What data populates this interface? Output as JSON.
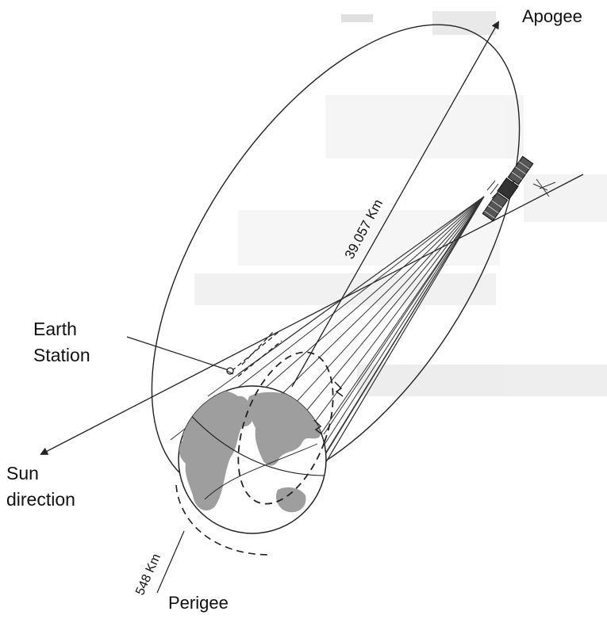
{
  "labels": {
    "apogee": "Apogee",
    "perigee": "Perigee",
    "earth_station_line1": "Earth",
    "earth_station_line2": "Station",
    "sun_line1": "Sun",
    "sun_line2": "direction",
    "apogee_distance": "39.057 Km",
    "perigee_distance": "548 Km"
  },
  "colors": {
    "line": "#222222",
    "land": "#9e9e9e",
    "ghost_text": "#9a9a9a"
  }
}
